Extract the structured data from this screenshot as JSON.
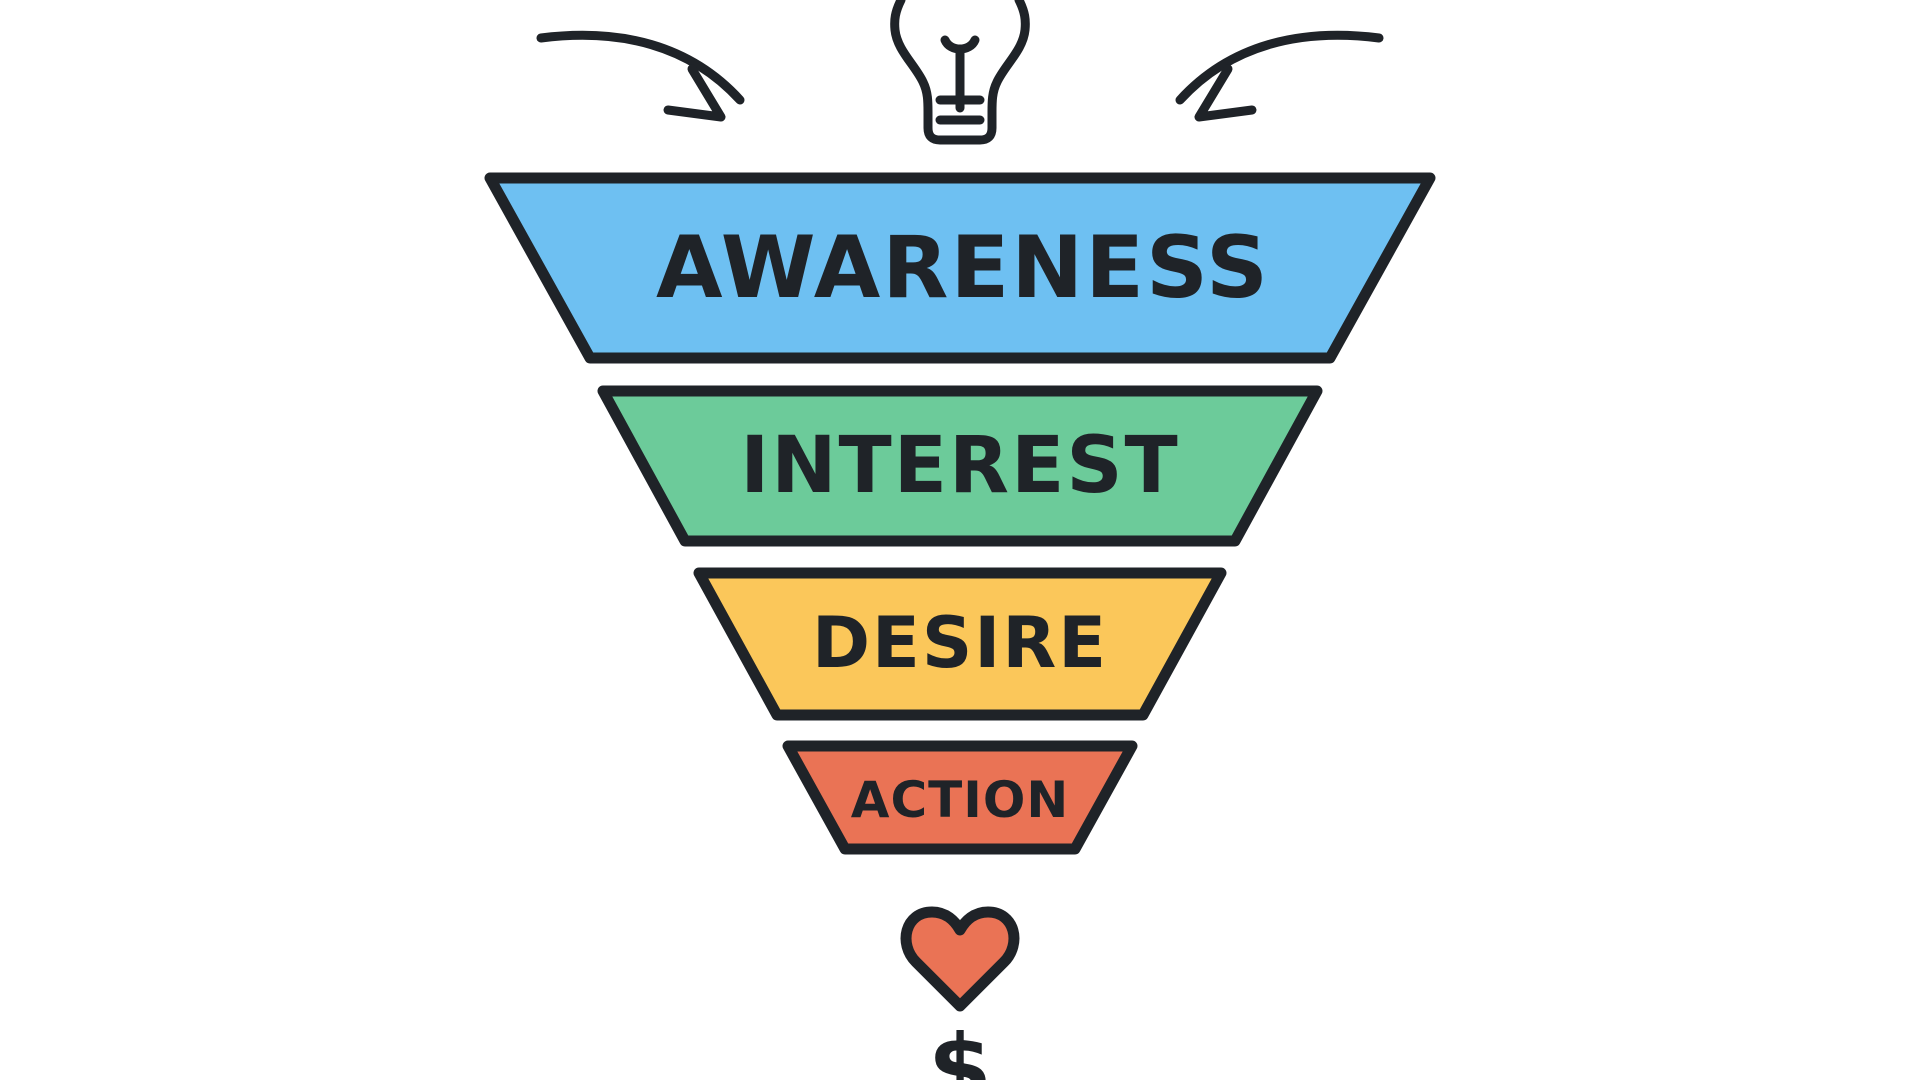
{
  "diagram": {
    "stages": [
      {
        "label": "AWARENESS",
        "color": "#6ec0f2"
      },
      {
        "label": "INTEREST",
        "color": "#6ccb9a"
      },
      {
        "label": "DESIRE",
        "color": "#fbc75a"
      },
      {
        "label": "ACTION",
        "color": "#ea7355"
      }
    ],
    "icons": {
      "top_left": "curved-arrow-icon",
      "top_center": "lightbulb-icon",
      "top_right": "curved-arrow-icon",
      "heart": "heart-icon",
      "bottom": "dollar-sign-icon"
    },
    "heart_color": "#ea7355",
    "dollar_glyph": "$"
  }
}
